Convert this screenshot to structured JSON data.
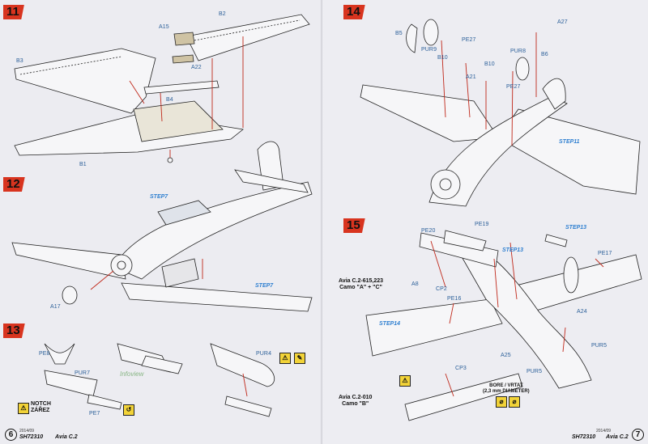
{
  "left_page": {
    "steps": {
      "s11": "11",
      "s12": "12",
      "s13": "13"
    },
    "labels": {
      "A15": "A15",
      "B2": "B2",
      "B3": "B3",
      "A22": "A22",
      "B4": "B4",
      "B1": "B1",
      "A17": "A17",
      "PE8": "PE8",
      "PUR7": "PUR7",
      "PE7": "PE7",
      "PUR4": "PUR4"
    },
    "stickers": {
      "st1": "STEP7",
      "st2": "STEP7"
    },
    "notch_label": "NOTCH\nZÁŘEZ",
    "watermark": "Infoview",
    "footer": {
      "page_number": "6",
      "code": "SH72310",
      "title": "Avia C.2",
      "small": "2014/09"
    }
  },
  "right_page": {
    "steps": {
      "s14": "14",
      "s15": "15"
    },
    "labels": {
      "A27a": "A27",
      "B5": "B5",
      "PE27a": "PE27",
      "PUR9": "PUR9",
      "B10a": "B10",
      "PUR8": "PUR8",
      "B6": "B6",
      "B10b": "B10",
      "A21": "A21",
      "PE27b": "PE27",
      "PE20": "PE20",
      "PE19": "PE19",
      "PE17": "PE17",
      "A8": "A8",
      "CP2": "CP2",
      "PE16": "PE16",
      "A24": "A24",
      "PUR5a": "PUR5",
      "A25": "A25",
      "PUR5b": "PUR5",
      "CP3": "CP3"
    },
    "stickers": {
      "st1": "STEP11",
      "st2": "STEP13",
      "st3": "STEP13",
      "st4": "STEP14"
    },
    "variant1": "Avia C.2-615,223\nCamo \"A\" + \"C\"",
    "variant2": "Avia C.2-010\nCamo \"B\"",
    "bore_label": "BORE / VRTAT\n(2,3 mm DIAMETER)",
    "footer": {
      "page_number": "7",
      "code": "SH72310",
      "title": "Avia C.2",
      "small": "2014/09"
    }
  },
  "colors": {
    "step_red": "#d8341f",
    "label_blue": "#2b5f99",
    "arrow_red": "#c0281a",
    "icon_yellow": "#f2d338"
  }
}
